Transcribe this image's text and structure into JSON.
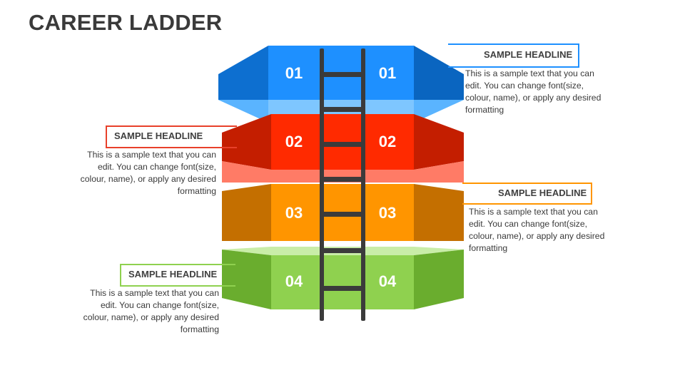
{
  "title": "CAREER LADDER",
  "steps": [
    {
      "left_number": "01",
      "right_number": "01",
      "color": "#1e90ff"
    },
    {
      "left_number": "02",
      "right_number": "02",
      "color": "#ff2a00"
    },
    {
      "left_number": "03",
      "right_number": "03",
      "color": "#ff9500"
    },
    {
      "left_number": "04",
      "right_number": "04",
      "color": "#8fd14f"
    }
  ],
  "callouts": [
    {
      "headline": "SAMPLE HEADLINE",
      "text": "This is a sample text that you can edit. You can change font(size, colour, name), or apply any desired formatting",
      "accent": "#1e90ff"
    },
    {
      "headline": "SAMPLE HEADLINE",
      "text": "This is a sample text that you can edit. You can change font(size, colour, name), or apply any desired formatting",
      "accent": "#e8402a"
    },
    {
      "headline": "SAMPLE HEADLINE",
      "text": "This is a sample text that you can edit. You can change font(size, colour, name), or apply any desired formatting",
      "accent": "#ff9500"
    },
    {
      "headline": "SAMPLE HEADLINE",
      "text": "This is a sample text that you can edit. You can change font(size, colour, name), or apply any desired formatting",
      "accent": "#8fd14f"
    }
  ]
}
